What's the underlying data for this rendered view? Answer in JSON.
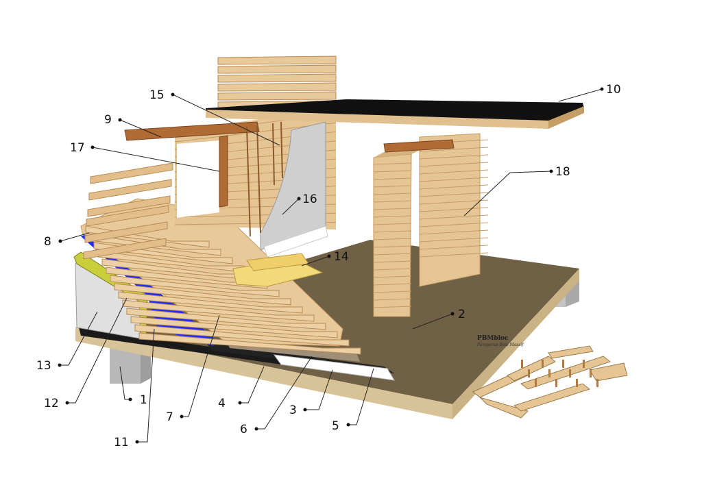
{
  "brand": {
    "name": "PBMbloc",
    "subtitle": "Paraperas Bois Massif"
  },
  "callouts": {
    "c1": "1",
    "c2": "2",
    "c3": "3",
    "c4": "4",
    "c5": "5",
    "c6": "6",
    "c7": "7",
    "c8": "8",
    "c9": "9",
    "c10": "10",
    "c11": "11",
    "c12": "12",
    "c13": "13",
    "c14": "14",
    "c15": "15",
    "c16": "16",
    "c17": "17",
    "c18": "18"
  },
  "colors": {
    "floor": "#6b5d45",
    "slab_edge": "#d9c49a",
    "timber": "#e8c99a",
    "timber_dark": "#c59a62",
    "lintel": "#b06b35",
    "insulation_blue": "#1f2cff",
    "insulation_yellow": "#c8cf3a",
    "drywall": "#cfcfcf",
    "membrane": "#1a1a1a",
    "foundation": "#bdbdbd"
  }
}
